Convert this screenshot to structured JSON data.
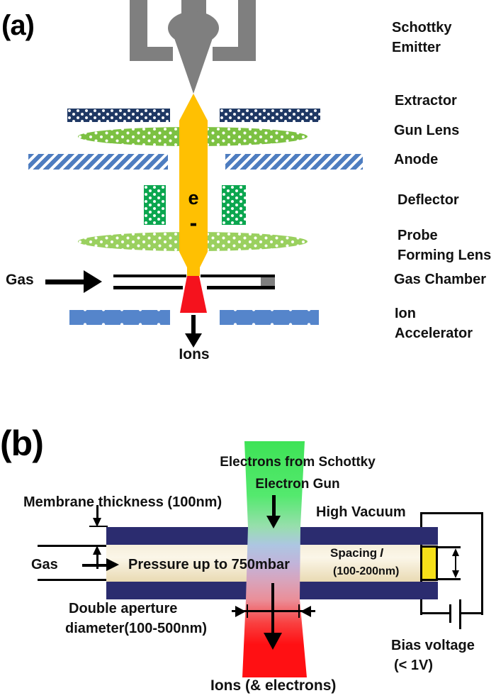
{
  "panel_a": {
    "tag": "(a)",
    "labels": [
      "Schottky",
      "Emitter",
      "Extractor",
      "Gun Lens",
      "Anode",
      "Deflector",
      "Probe",
      "Forming Lens",
      "Gas Chamber",
      "Ion",
      "Accelerator"
    ],
    "gas_label": "Gas",
    "ions_label": "Ions",
    "beam_symbol_e": "e",
    "beam_symbol_minus": "-"
  },
  "panel_b": {
    "tag": "(b)",
    "electrons_line1": "Electrons from Schottky",
    "electrons_line2": "Electron Gun",
    "membrane_label": "Membrane thickness (100nm)",
    "high_vacuum_label": "High Vacuum",
    "pressure_label": "Pressure up to 750mbar",
    "spacing_label": "Spacing",
    "spacing_var": "l",
    "spacing_range": "(100-200nm)",
    "gas_label": "Gas",
    "aperture_line1": "Double aperture",
    "aperture_line2": "diameter(100-500nm)",
    "bias_line1": "Bias voltage",
    "bias_line2": "(< 1V)",
    "ions_label": "Ions (& electrons)"
  },
  "colors": {
    "emitter_gray": "#7f7f7f",
    "extractor_navy": "#1f3864",
    "gun_lens_green": "#7cc142",
    "anode_blue": "#4e7dc0",
    "deflector_green": "#0ba64f",
    "probe_lens_green": "#9ad05f",
    "accelerator_blue": "#5585cb",
    "beam_orange": "#ffc002",
    "beam_red": "#f5121d",
    "membrane_navy": "#2b2c6f",
    "chamber_beige_light": "#f6efdb",
    "chamber_beige_dark": "#e9dab3",
    "electrode_yellow": "#f6e019",
    "ebeam_green": "#3ee356",
    "ebeam_red": "#ff1013"
  }
}
